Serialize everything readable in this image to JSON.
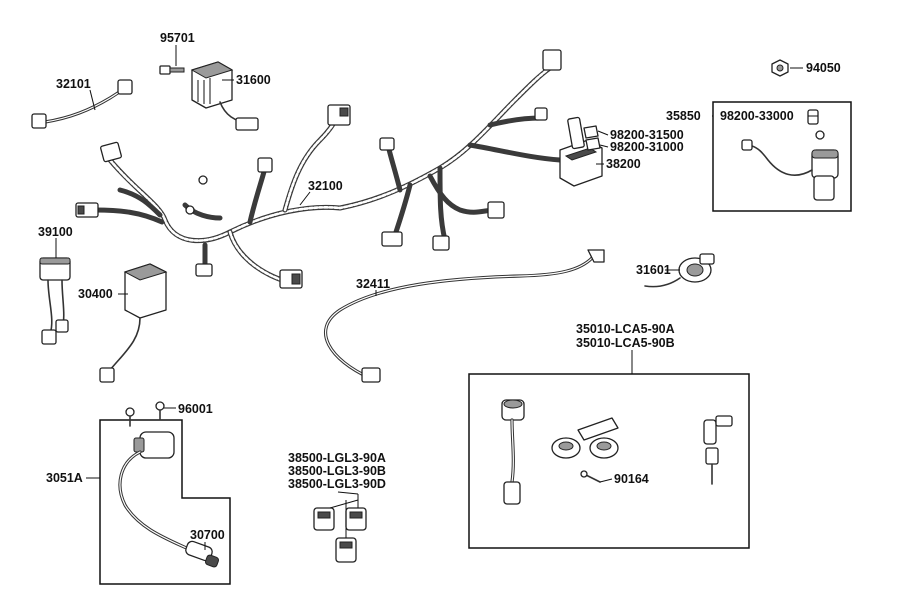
{
  "labels": {
    "p95701": "95701",
    "p32101": "32101",
    "p31600": "31600",
    "p94050": "94050",
    "p35850": "35850",
    "p98200_33000": "98200-33000",
    "p98200_31500": "98200-31500",
    "p98200_31000": "98200-31000",
    "p38200": "38200",
    "p32100": "32100",
    "p39100": "39100",
    "p30400": "30400",
    "p32411": "32411",
    "p31601": "31601",
    "p35010a": "35010-LCA5-90A",
    "p35010b": "35010-LCA5-90B",
    "p96001": "96001",
    "p3051A": "3051A",
    "p30700": "30700",
    "p38500a": "38500-LGL3-90A",
    "p38500b": "38500-LGL3-90B",
    "p38500d": "38500-LGL3-90D",
    "p90164": "90164"
  }
}
